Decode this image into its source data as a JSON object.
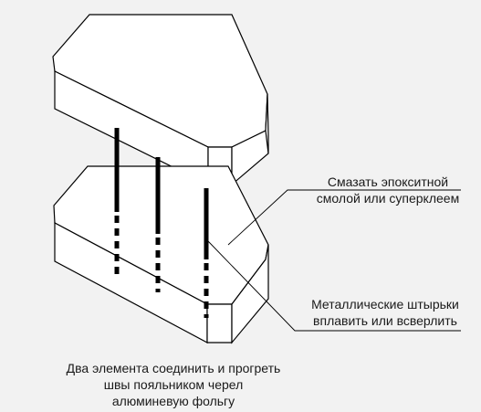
{
  "labels": {
    "epoxy": {
      "line1": "Смазать эпокситной",
      "line2": "смолой или суперклеем"
    },
    "pins": {
      "line1": "Металлические штырьки",
      "line2": "вплавить или всверлить"
    },
    "join": {
      "line1": "Два элемента соединить и прогреть",
      "line2": "швы пояльником черел",
      "line3": "алюминевую фольгу"
    }
  },
  "colors": {
    "background": "#f2f2f2",
    "face": "#ffffff",
    "stroke": "#000000",
    "pin": "#000000"
  }
}
